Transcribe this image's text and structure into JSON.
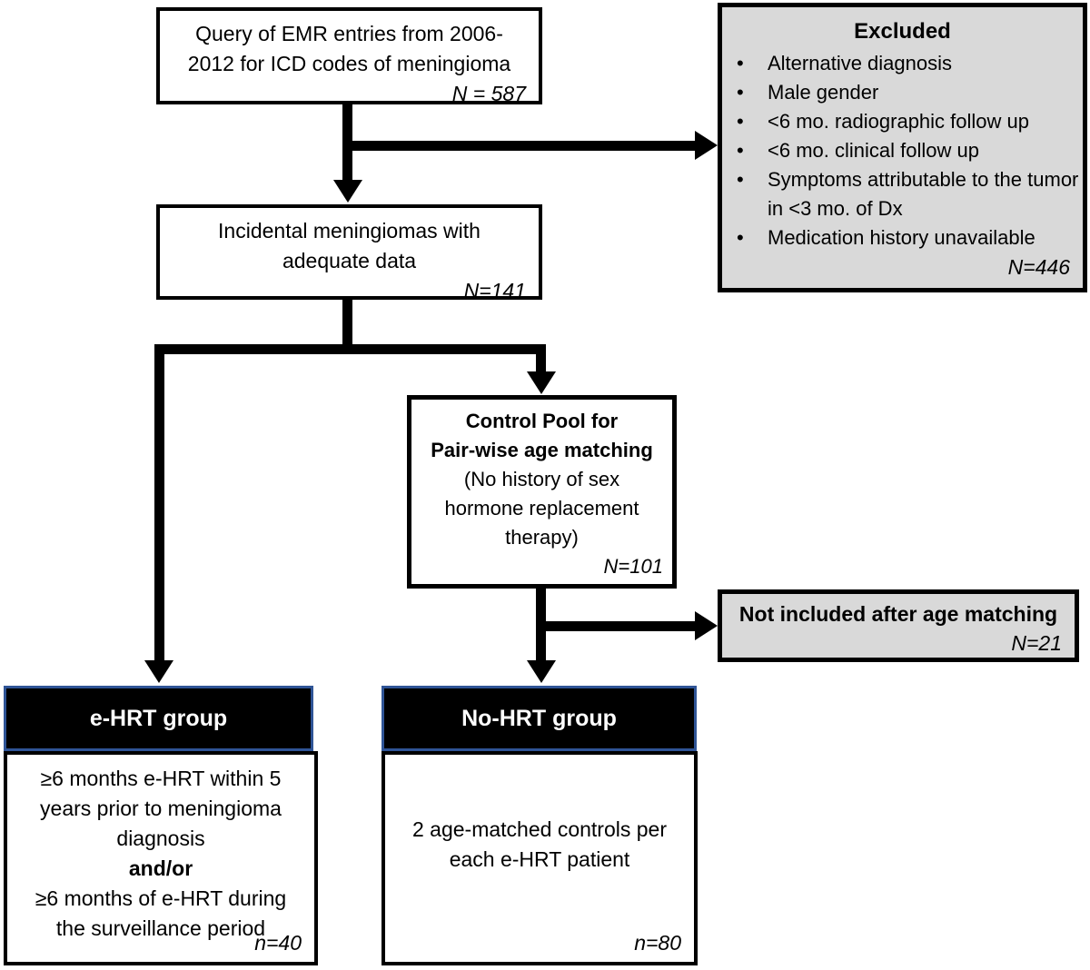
{
  "diagram": {
    "boxes": {
      "query": {
        "line1": "Query of EMR entries from 2006-",
        "line2": "2012 for ICD codes of meningioma",
        "count": "N = 587"
      },
      "excluded": {
        "title": "Excluded",
        "items": [
          "Alternative diagnosis",
          "Male gender",
          "<6 mo. radiographic follow up",
          "<6 mo. clinical follow up",
          "Symptoms attributable to the tumor in <3 mo. of Dx",
          "Medication history unavailable"
        ],
        "count": "N=446"
      },
      "incidental": {
        "line1": "Incidental meningiomas with",
        "line2": "adequate data",
        "count": "N=141"
      },
      "control_pool": {
        "title_line1": "Control Pool for",
        "title_line2": "Pair-wise age matching",
        "subtitle_line1": "(No history of sex",
        "subtitle_line2": "hormone replacement",
        "subtitle_line3": "therapy)",
        "count": "N=101"
      },
      "not_included": {
        "title": "Not included after age matching",
        "count": "N=21"
      },
      "ehrt": {
        "header": "e-HRT group",
        "criteria_line1": "≥6 months e-HRT within 5",
        "criteria_line2": "years prior to meningioma",
        "criteria_line3": "diagnosis",
        "connector": "and/or",
        "criteria_line4": "≥6 months of e-HRT during",
        "criteria_line5": "the surveillance period",
        "count": "n=40"
      },
      "nohrt": {
        "header": "No-HRT group",
        "body_line1": "2 age-matched controls per",
        "body_line2": "each e-HRT patient",
        "count": "n=80"
      }
    },
    "colors": {
      "box_border": "#000000",
      "gray_fill": "#d9d9d9",
      "group_header_fill": "#000000",
      "group_header_text": "#ffffff",
      "group_header_border": "#2f5496",
      "arrow": "#000000"
    }
  }
}
